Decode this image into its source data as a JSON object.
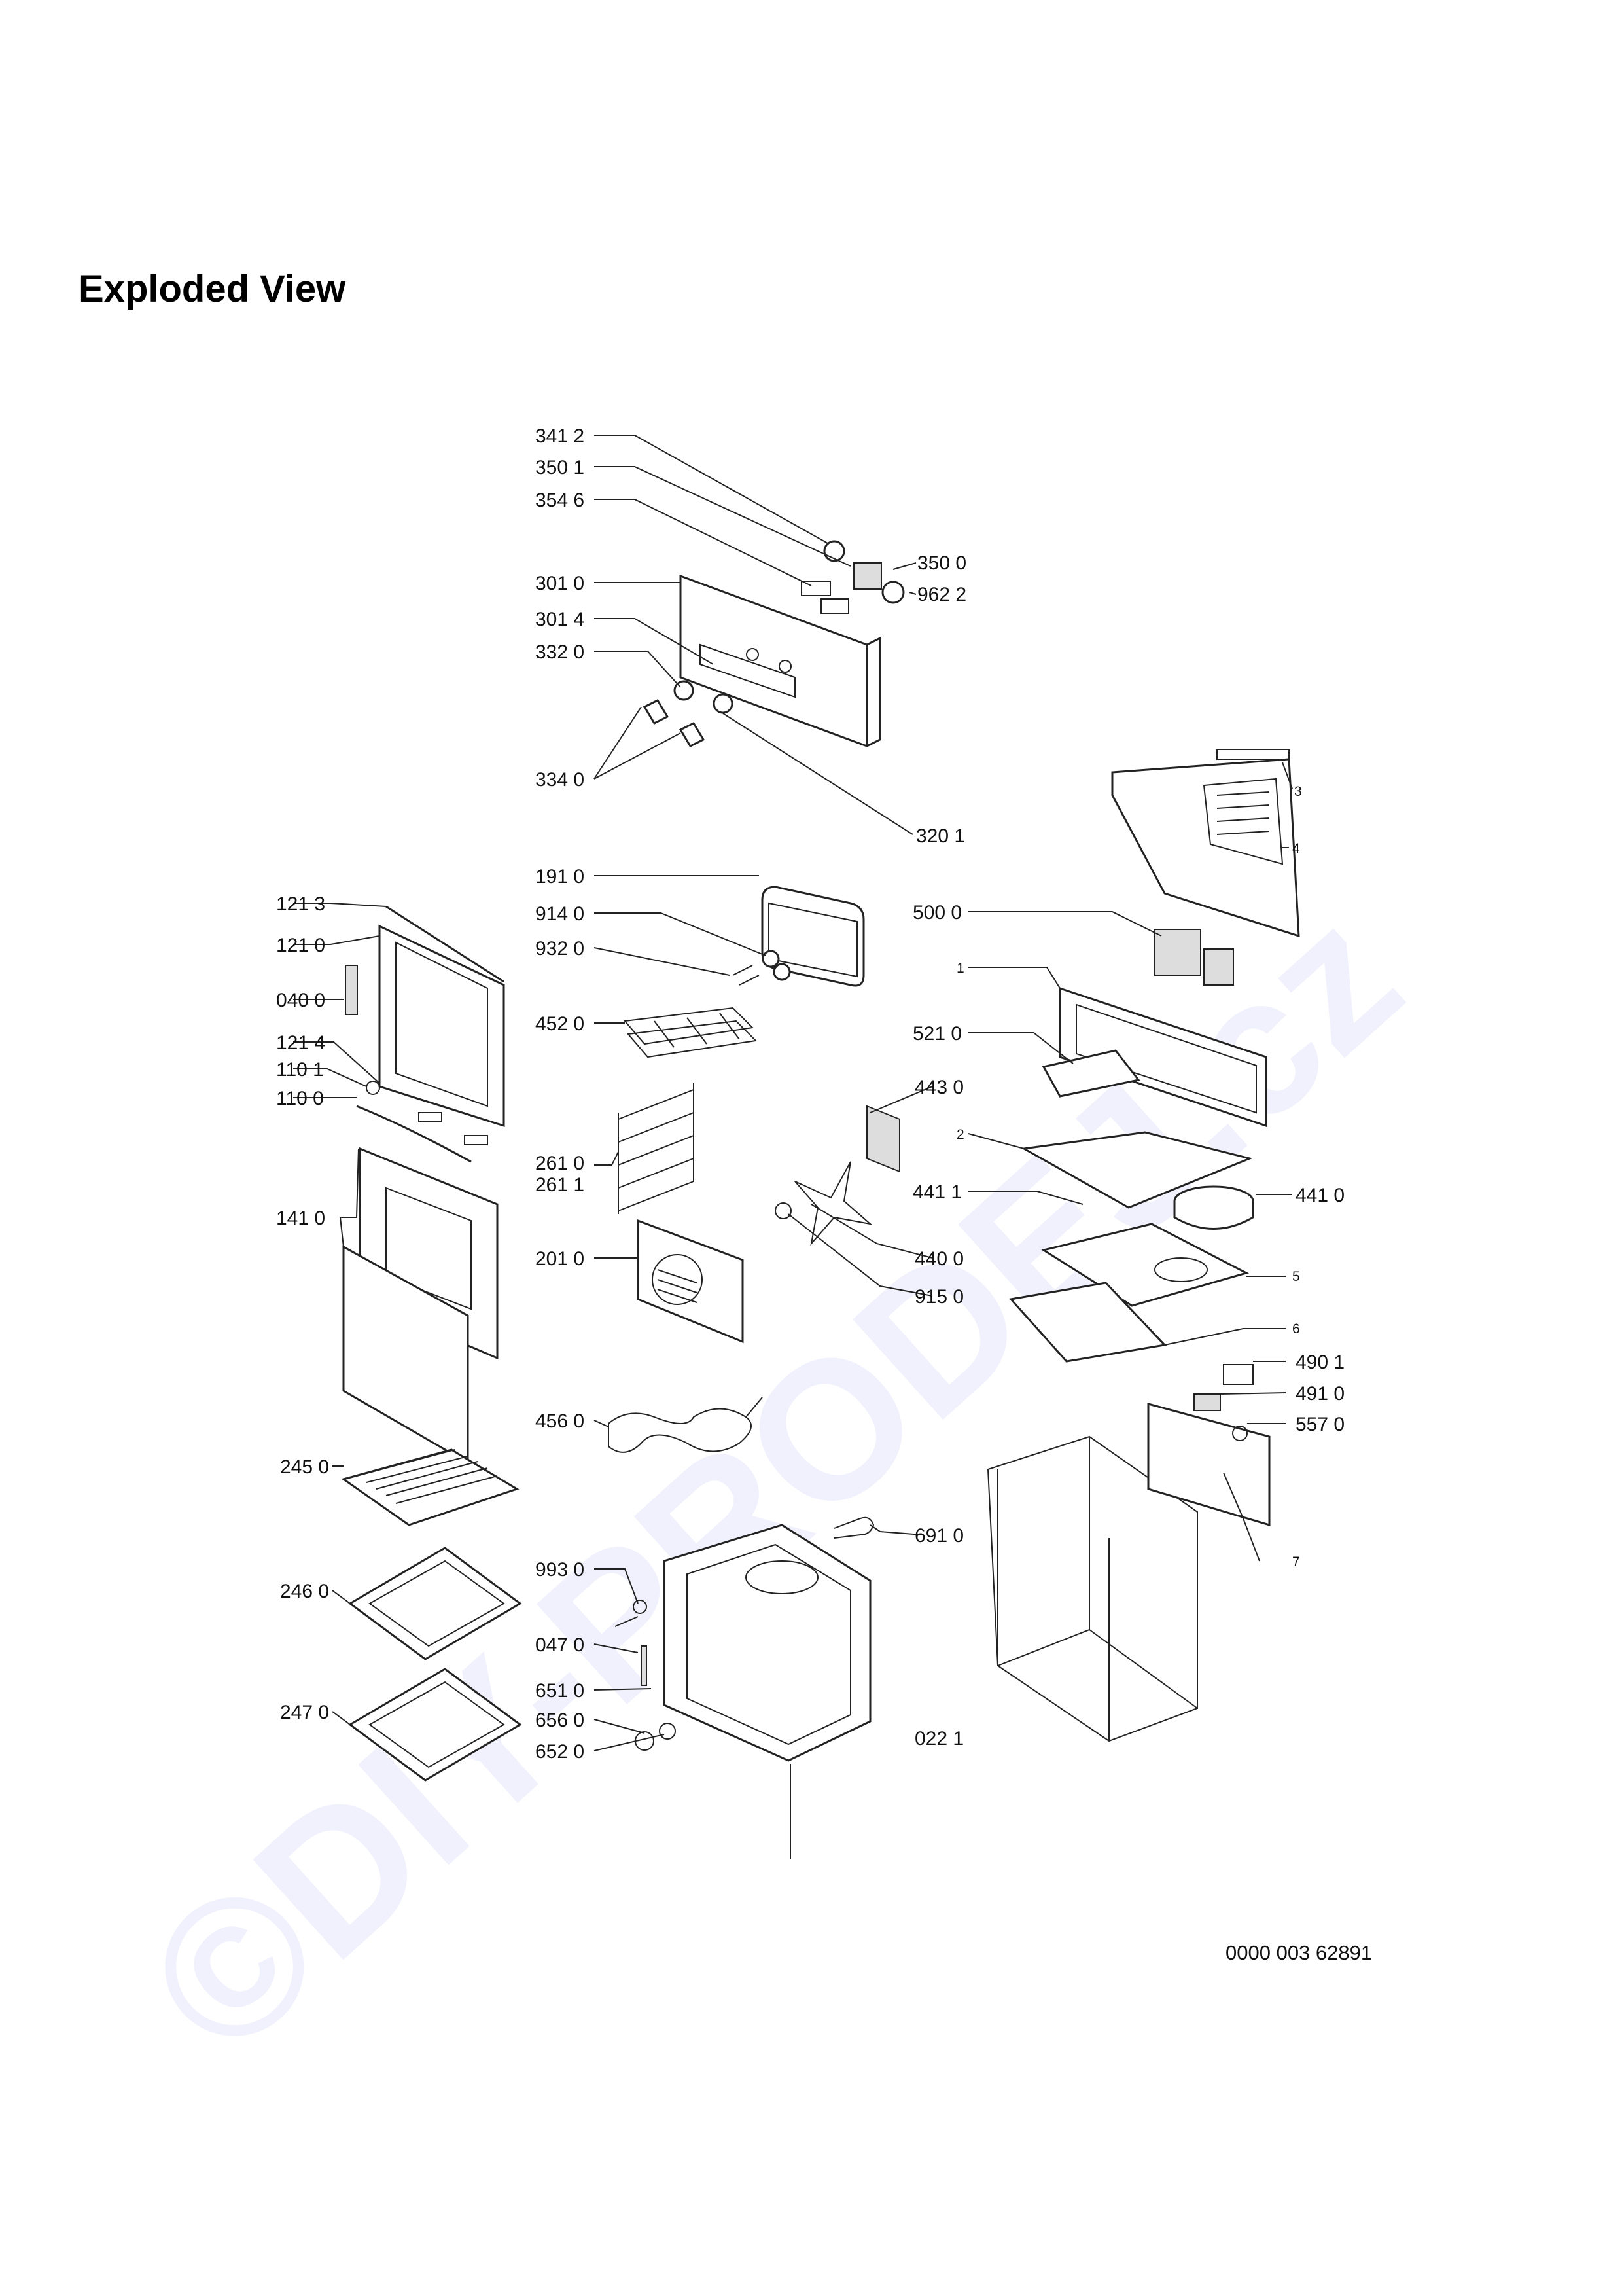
{
  "title": "Exploded View",
  "watermark": "©DIY-PRODEJ.cz",
  "document_number": "0000 003 62891",
  "labels": [
    "341 2",
    "350 1",
    "354 6",
    "350 0",
    "962 2",
    "301 0",
    "301 4",
    "332 0",
    "334 0",
    "320 1",
    "3",
    "4",
    "191 0",
    "914 0",
    "932 0",
    "500 0",
    "121 3",
    "121 0",
    "040 0",
    "452 0",
    "1",
    "521 0",
    "121 4",
    "110 1",
    "110 0",
    "443 0",
    "2",
    "261 0",
    "261 1",
    "441 1",
    "441 0",
    "141 0",
    "201 0",
    "440 0",
    "915 0",
    "5",
    "6",
    "490 1",
    "491 0",
    "456 0",
    "557 0",
    "245 0",
    "691 0",
    "7",
    "993 0",
    "246 0",
    "047 0",
    "651 0",
    "656 0",
    "652 0",
    "247 0",
    "022 1"
  ]
}
